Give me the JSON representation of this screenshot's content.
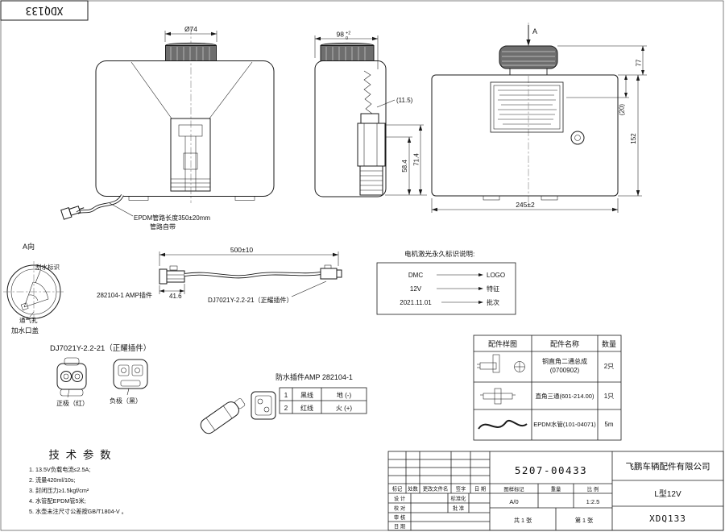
{
  "sheet": {
    "corner_code": "XDQ133"
  },
  "front_view": {
    "dim_diameter": "Ø74",
    "epdm_note_1": "EPDM管路长度350±20mm",
    "epdm_note_2": "管路自带"
  },
  "side_view": {
    "dim_width": "98",
    "tol_upper": "+2",
    "tol_lower": "0",
    "dim_offset": "(11.5)",
    "dim_a": "58.4",
    "dim_b": "71.4"
  },
  "rear_view": {
    "section_label": "A",
    "dim_length": "245±2",
    "dim_height": "152",
    "dim_cap": "(20)",
    "dim_top": "77"
  },
  "a_view": {
    "label": "A向",
    "wiper_mark": "刮水标识",
    "vent_hole": "通气孔",
    "filler_cap": "加水口盖"
  },
  "cable": {
    "dim_length": "500±10",
    "dim_connector": "41.6",
    "left_label": "282104-1  AMP插件",
    "right_label": "DJ7021Y-2.2-21（正耀插件）"
  },
  "laser_note": {
    "title": "电机激光永久标识说明:",
    "rows": [
      {
        "left": "DMC",
        "right": "LOGO"
      },
      {
        "left": "12V",
        "right": "特征"
      },
      {
        "left": "2021.11.01",
        "right": "批次"
      }
    ]
  },
  "dj_connector": {
    "title": "DJ7021Y-2.2-21（正耀插件）",
    "positive": "正极（红）",
    "negative": "负极（黑）"
  },
  "amp_connector": {
    "title": "防水插件AMP 282104-1",
    "rows": [
      {
        "no": "1",
        "wire": "黑线",
        "signal": "地 (-)"
      },
      {
        "no": "2",
        "wire": "红线",
        "signal": "火 (+)"
      }
    ]
  },
  "parts_table": {
    "header_sample": "配件样图",
    "header_name": "配件名称",
    "header_qty": "数量",
    "rows": [
      {
        "name": "铜直角二通总成",
        "name2": "(0700902)",
        "qty": "2只"
      },
      {
        "name": "直角三通(601-214.00)",
        "name2": "",
        "qty": "1只"
      },
      {
        "name": "EPDM水管(101-04071)",
        "name2": "",
        "qty": "5m"
      }
    ]
  },
  "tech_params": {
    "title": "技 术 参 数",
    "items": [
      "1. 13.5V负载电流≤2.5A;",
      "2. 流量420ml/10s;",
      "3. 封闭压力≥1.5kgf/cm²",
      "4. 水管配EPDM管5米;",
      "5. 水壶未注尺寸公差按GB/T1804-V 。"
    ]
  },
  "title_block": {
    "part_number": "5207-00433",
    "company": "飞鹏车辆配件有限公司",
    "model": "L型12V",
    "code": "XDQ133",
    "rev_mark": "标记",
    "rev_count": "处数",
    "rev_file": "更改文件名",
    "rev_sign": "签字",
    "rev_date": "日 期",
    "design": "设 计",
    "standard": "标准化",
    "check": "校 对",
    "approve": "批 准",
    "review": "审 核",
    "date": "日 期",
    "drawing_mark": "图样标记",
    "weight": "重量",
    "scale": "比 例",
    "scale_value": "1:2.5",
    "rev_value": "A/0",
    "sheets": "共 1 张",
    "sheet_no": "第 1 张"
  }
}
